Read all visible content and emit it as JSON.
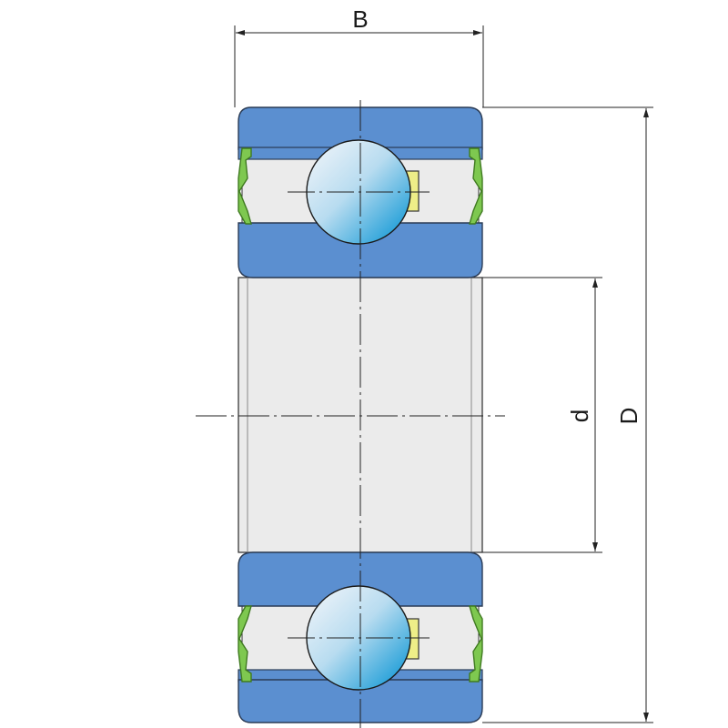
{
  "dimensions": {
    "width_label": "B",
    "bore_label": "d",
    "outer_label": "D"
  },
  "colors": {
    "ring": "#5b8fd0",
    "ring_edge": "#2a3b55",
    "bore": "#ebebeb",
    "cage": "#eeee88",
    "seal": "#7ec850",
    "seal_edge": "#3f7a20",
    "ball_light": "#e8f1f8",
    "ball_dark": "#1f9ed8",
    "line": "#222222"
  }
}
